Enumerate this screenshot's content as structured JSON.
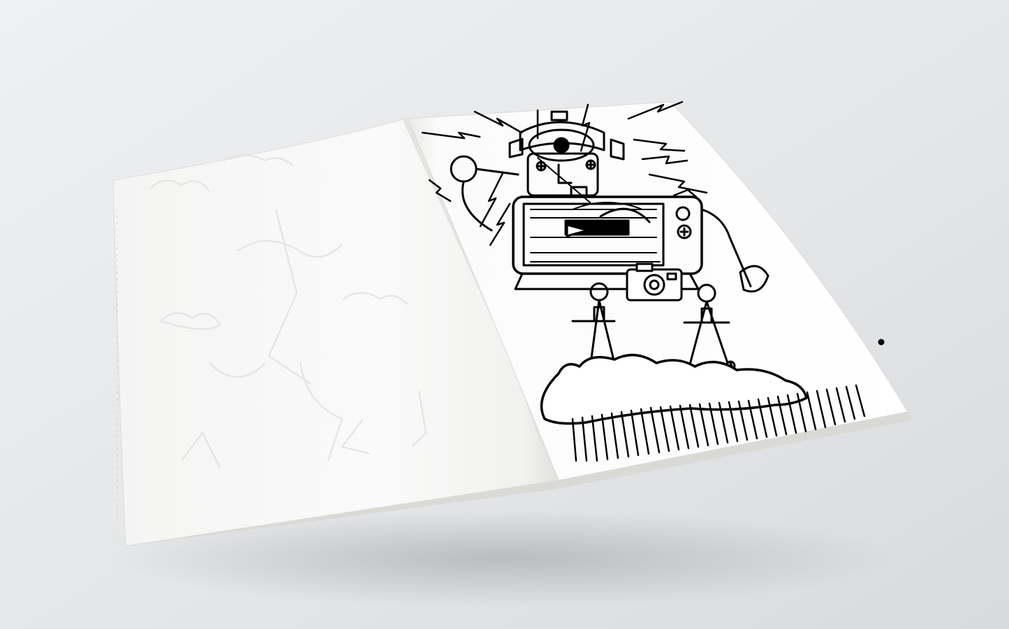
{
  "scene": {
    "subject": "open-coloring-book",
    "left_page": "blank-page-with-show-through",
    "right_page": "robot-line-art"
  },
  "colors": {
    "table_light": "#eef0f2",
    "table_dark": "#d7d9dc",
    "paper": "#ffffff",
    "paper_shade": "#f2f2f0",
    "ink": "#000000",
    "ghost_lines": "#e4e4e4"
  }
}
